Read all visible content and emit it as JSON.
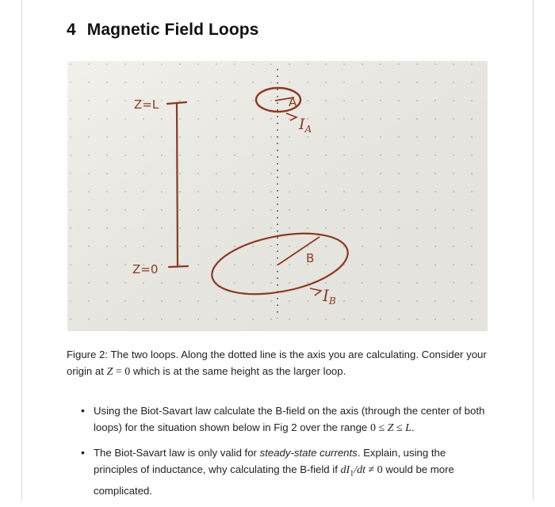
{
  "section": {
    "number": "4",
    "title": "Magnetic Field Loops"
  },
  "figure": {
    "labels": {
      "z_top": "Z=L",
      "z_bottom": "Z=0",
      "loop_a": "A",
      "current_a": "I",
      "current_a_sub": "A",
      "loop_b": "B",
      "current_b": "I",
      "current_b_sub": "B"
    },
    "ink_color": "#8a3a22",
    "paper_color": "#f1efe9"
  },
  "caption": {
    "part1": "Figure 2: The two loops. Along the dotted line is the axis you are calculating. Consider your origin at ",
    "math": "Z",
    "eq": " = 0",
    "part2": " which is at the same height as the larger loop."
  },
  "bullets": {
    "b1_text": "Using the Biot-Savart law calculate the B-field on the axis (through the center of both loops) for the situation shown below in Fig 2 over the range ",
    "b1_range_a": "0 ≤ ",
    "b1_range_z": "Z",
    "b1_range_b": " ≤ ",
    "b1_range_l": "L",
    "b1_end": ".",
    "b2_text1": "The Biot-Savart law is only valid for ",
    "b2_italic": "steady-state currents",
    "b2_text2": ". Explain, using the principles of inductance, why calculating the B-field if ",
    "b2_math": "dI",
    "b2_sub": "1",
    "b2_math2": "/dt",
    "b2_neq": " ≠ 0",
    "b2_text3": " would be more complicated."
  }
}
